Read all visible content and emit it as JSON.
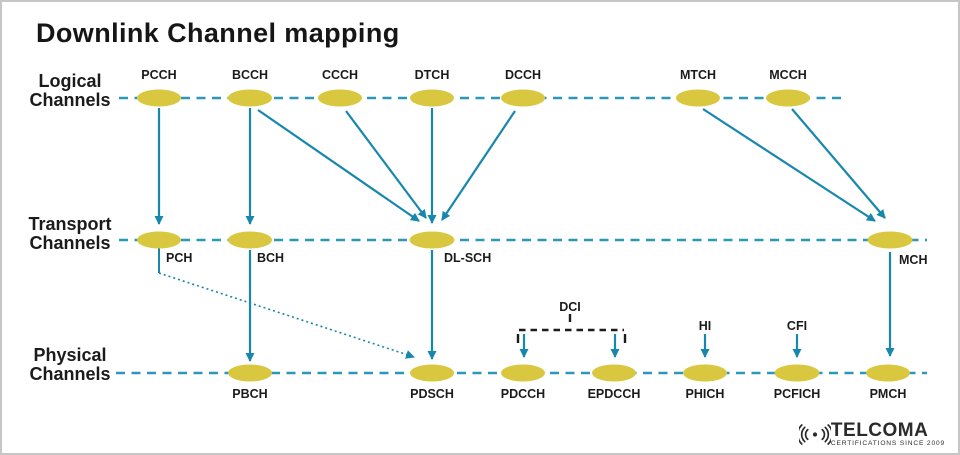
{
  "title": "Downlink Channel mapping",
  "row_labels": {
    "logical": [
      "Logical",
      "Channels"
    ],
    "transport": [
      "Transport",
      "Channels"
    ],
    "physical": [
      "Physical",
      "Channels"
    ]
  },
  "nodes": {
    "logical": [
      "PCCH",
      "BCCH",
      "CCCH",
      "DTCH",
      "DCCH",
      "MTCH",
      "MCCH"
    ],
    "transport": [
      "PCH",
      "BCH",
      "DL-SCH",
      "MCH"
    ],
    "physical": [
      "PBCH",
      "PDSCH",
      "PDCCH",
      "EPDCCH",
      "PHICH",
      "PCFICH",
      "PMCH"
    ]
  },
  "annotations": {
    "dci": "DCI",
    "hi": "HI",
    "cfi": "CFI"
  },
  "mappings": [
    "PCCH→PCH",
    "BCCH→BCH",
    "BCCH→DL-SCH",
    "CCCH→DL-SCH",
    "DTCH→DL-SCH",
    "DCCH→DL-SCH",
    "MTCH→MCH",
    "MCCH→MCH",
    "PCH→PDSCH (dotted)",
    "BCH→PBCH",
    "DL-SCH→PDSCH",
    "MCH→PMCH",
    "DCI→PDCCH",
    "DCI→EPDCCH",
    "HI→PHICH",
    "CFI→PCFICH"
  ],
  "logo": {
    "name": "TELCOMA",
    "tagline": "CERTIFICATIONS SINCE 2009"
  },
  "colors": {
    "teal": "#1887ad",
    "dash_teal": "#2b97ba",
    "yellow": "#d9c83f",
    "text": "#1b1b1b"
  }
}
